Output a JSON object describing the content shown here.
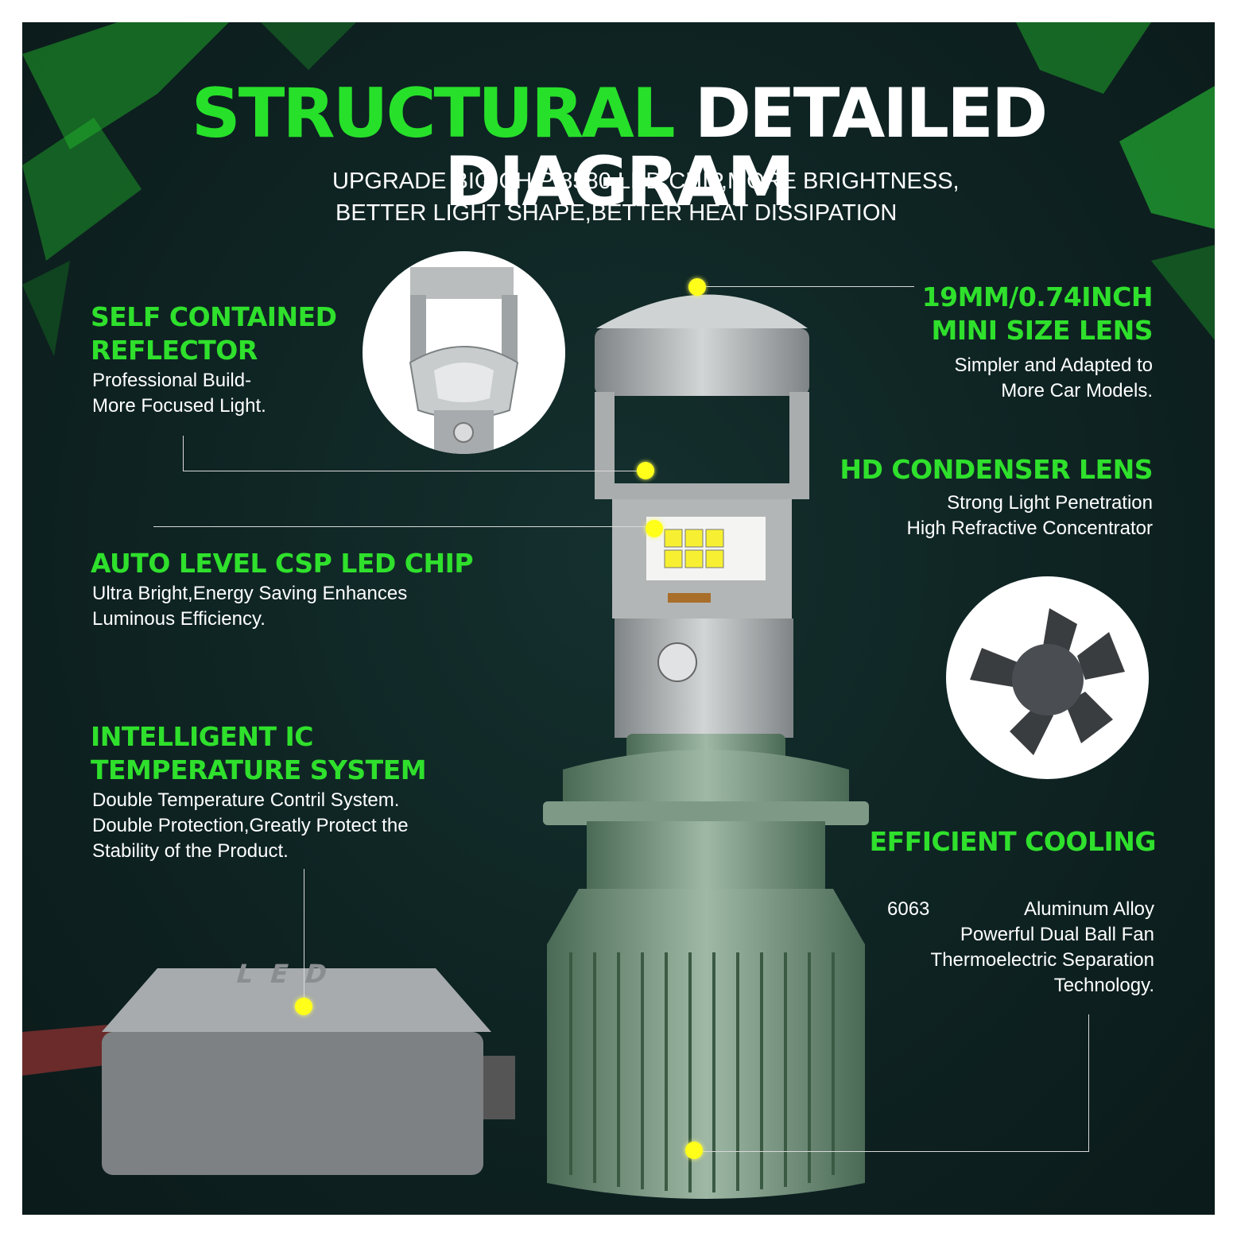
{
  "title": {
    "green": "STRUCTURAL",
    "white": "DETAILED DIAGRAM"
  },
  "subtitle": {
    "line1": "UPGRADE BIG CHIP 8580 LED CHIP,MORE BRIGHTNESS,",
    "line2": "BETTER LIGHT SHAPE,BETTER HEAT DISSIPATION"
  },
  "features": {
    "reflector": {
      "title1": "SELF CONTAINED",
      "title2": "REFLECTOR",
      "desc1": "Professional Build-",
      "desc2": "More Focused Light."
    },
    "chip": {
      "title": "AUTO LEVEL CSP LED CHIP",
      "desc1": "Ultra Bright,Energy Saving Enhances",
      "desc2": "Luminous Efficiency."
    },
    "ic": {
      "title1": "INTELLIGENT IC",
      "title2": "TEMPERATURE SYSTEM",
      "desc1": "Double Temperature Contril System.",
      "desc2": "Double Protection,Greatly Protect the",
      "desc3": "Stability of the Product."
    },
    "lens": {
      "title1": "19MM/0.74INCH",
      "title2": "MINI SIZE LENS",
      "desc1": "Simpler and Adapted to",
      "desc2": "More Car Models."
    },
    "condenser": {
      "title": "HD CONDENSER LENS",
      "desc1": "Strong Light Penetration",
      "desc2": "High Refractive Concentrator"
    },
    "cooling": {
      "title": "EFFICIENT COOLING",
      "desc_num": "6063",
      "desc1": "Aluminum Alloy",
      "desc2": "Powerful Dual Ball Fan",
      "desc3": "Thermoelectric Separation",
      "desc4": "Technology."
    }
  },
  "driver_box_text": "LED",
  "colors": {
    "accent_green": "#27e02a",
    "dot_yellow": "#ffff1a",
    "background": "#0e2322"
  }
}
